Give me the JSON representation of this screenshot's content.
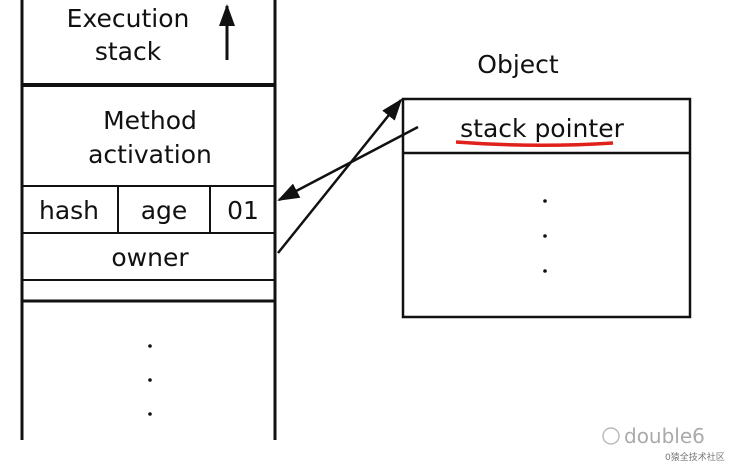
{
  "stack": {
    "title_line1": "Execution",
    "title_line2": "stack",
    "method_line1": "Method",
    "method_line2": "activation",
    "cells": [
      "hash",
      "age",
      "01"
    ],
    "owner": "owner",
    "dots": ".  .  ."
  },
  "object": {
    "title": "Object",
    "field": "stack pointer",
    "underline_color": "#e0201a"
  },
  "watermark": {
    "name": "double6",
    "sub": "0猿全技术社区"
  }
}
